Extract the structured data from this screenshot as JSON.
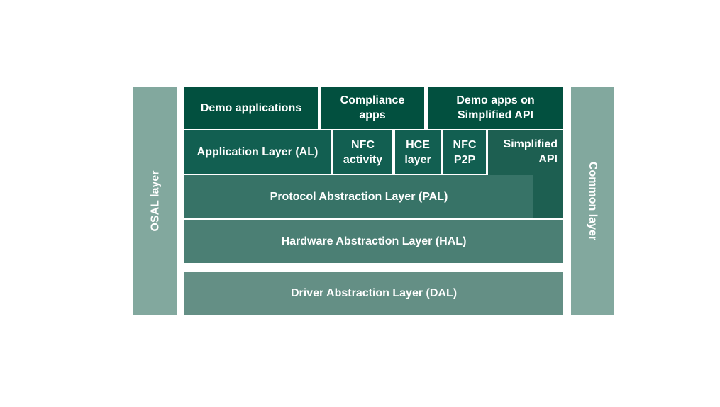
{
  "side_layers": {
    "osal": "OSAL layer",
    "common": "Common layer"
  },
  "top_row": {
    "demo_applications": "Demo applications",
    "compliance_apps": "Compliance apps",
    "demo_apps_simplified": "Demo apps on Simplified API"
  },
  "second_row": {
    "application_layer": "Application Layer (AL)",
    "nfc_activity": "NFC activity",
    "hce_layer": "HCE layer",
    "nfc_p2p": "NFC P2P",
    "simplified_api": "Simplified API"
  },
  "stack": {
    "pal": "Protocol Abstraction Layer (PAL)",
    "hal": "Hardware Abstraction Layer (HAL)",
    "dal": "Driver Abstraction Layer (DAL)"
  }
}
